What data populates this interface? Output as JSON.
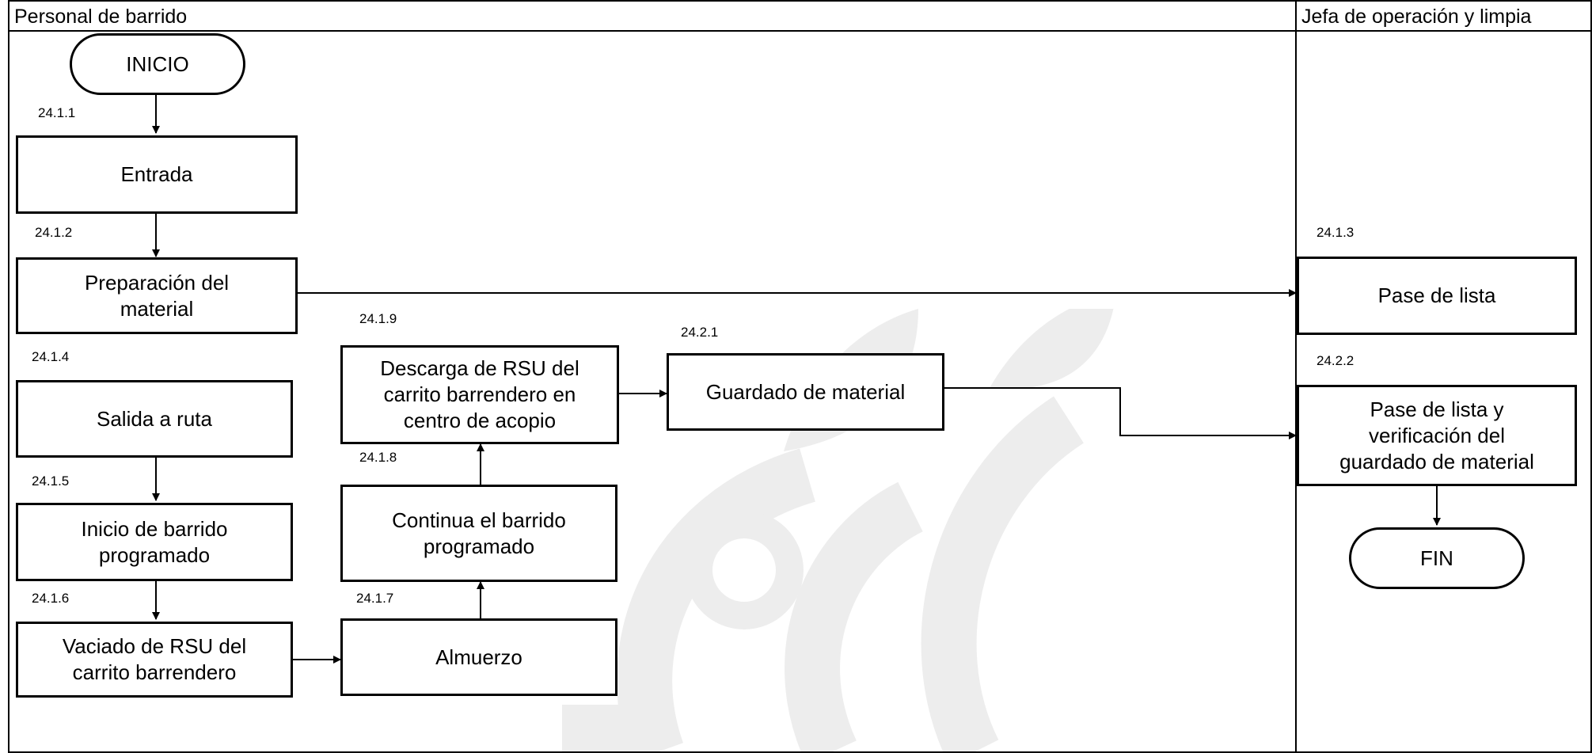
{
  "lanes": [
    {
      "title": "Personal de barrido"
    },
    {
      "title": "Jefa de operación y limpia"
    }
  ],
  "terminators": {
    "start": "INICIO",
    "end": "FIN"
  },
  "steps": {
    "entrada": {
      "code": "24.1.1",
      "label": "Entrada"
    },
    "preparacion": {
      "code": "24.1.2",
      "label": "Preparación del\nmaterial"
    },
    "pase_lista": {
      "code": "24.1.3",
      "label": "Pase de lista"
    },
    "salida": {
      "code": "24.1.4",
      "label": "Salida a ruta"
    },
    "inicio_barrido": {
      "code": "24.1.5",
      "label": "Inicio de barrido\nprogramado"
    },
    "vaciado": {
      "code": "24.1.6",
      "label": "Vaciado de RSU del\ncarrito barrendero"
    },
    "almuerzo": {
      "code": "24.1.7",
      "label": "Almuerzo"
    },
    "continua": {
      "code": "24.1.8",
      "label": "Continua el barrido\nprogramado"
    },
    "descarga": {
      "code": "24.1.9",
      "label": "Descarga de RSU del\ncarrito barrendero en\ncentro de acopio"
    },
    "guardado": {
      "code": "24.2.1",
      "label": "Guardado de material"
    },
    "verificacion": {
      "code": "24.2.2",
      "label": "Pase de lista y\nverificación del\nguardado de material"
    }
  }
}
